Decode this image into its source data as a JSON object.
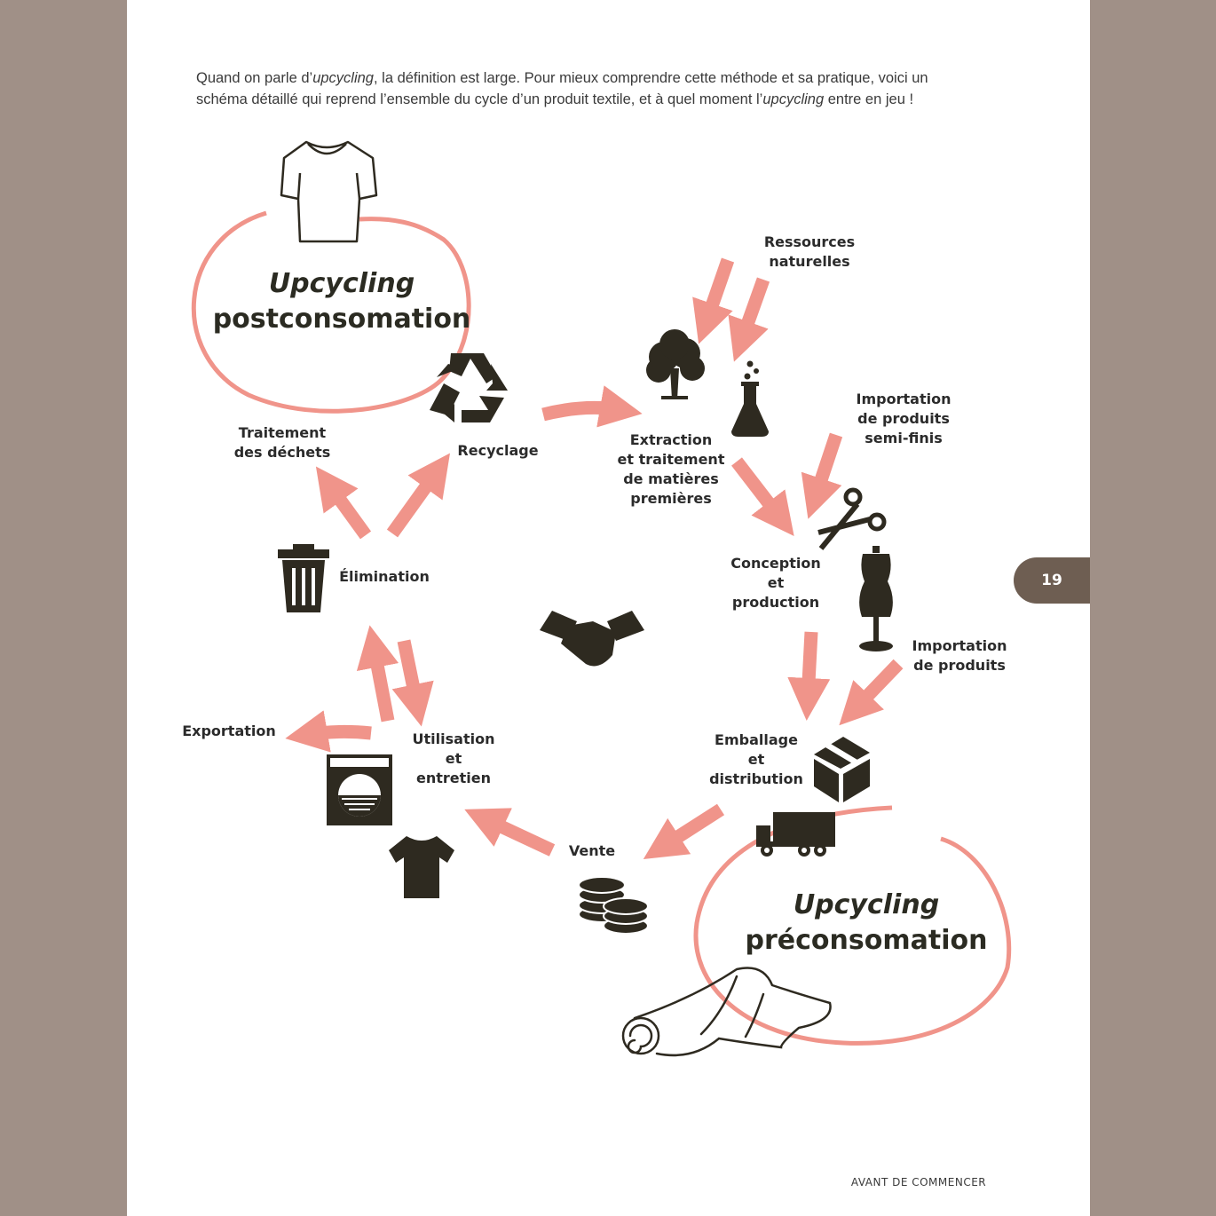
{
  "intro": {
    "part1": "Quand on parle d’",
    "part1_em": "upcycling",
    "part2": ", la définition est large. Pour mieux comprendre cette méthode et sa pratique, voici un",
    "part3": "schéma détaillé qui reprend l’ensemble du cycle d’un produit textile, et à quel moment l’",
    "part3_em": "upcycling",
    "part4": " entre en jeu !"
  },
  "post": {
    "line1": "Upcycling",
    "line2": "postconsomation"
  },
  "pre": {
    "line1": "Upcycling",
    "line2": "préconsomation"
  },
  "labels": {
    "ressources": [
      "Ressources",
      "naturelles"
    ],
    "importation_semi": [
      "Importation",
      "de produits",
      "semi-finis"
    ],
    "extraction": [
      "Extraction",
      "et traitement",
      "de matières",
      "premières"
    ],
    "conception": [
      "Conception",
      "et",
      "production"
    ],
    "importation": [
      "Importation",
      "de produits"
    ],
    "emballage": [
      "Emballage",
      "et",
      "distribution"
    ],
    "vente": "Vente",
    "utilisation": [
      "Utilisation",
      "et",
      "entretien"
    ],
    "exportation": "Exportation",
    "elimination": "Élimination",
    "traitement": [
      "Traitement",
      "des déchets"
    ],
    "recyclage": "Recyclage"
  },
  "page_number": "19",
  "footer": "AVANT DE COMMENCER",
  "colors": {
    "accent": "#f0948a",
    "ink": "#2e2a20",
    "margin": "#a09087",
    "tab": "#6e5e52"
  },
  "icons": [
    "tshirt-outline-icon",
    "recycle-icon",
    "tree-icon",
    "flask-icon",
    "scissors-icon",
    "mannequin-icon",
    "box-icon",
    "truck-icon",
    "coins-icon",
    "handshake-icon",
    "trash-icon",
    "washing-machine-icon",
    "tshirt-icon",
    "fabric-roll-icon"
  ]
}
